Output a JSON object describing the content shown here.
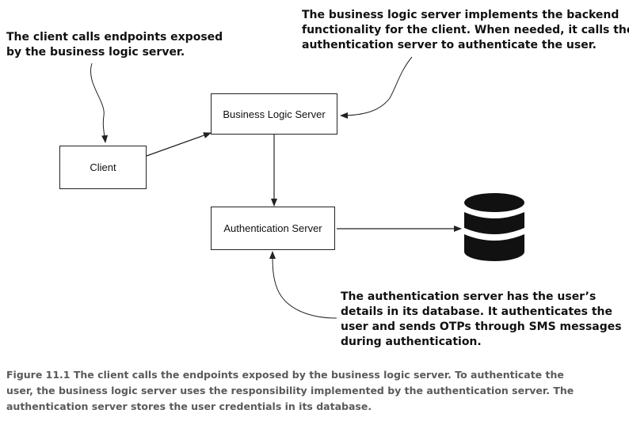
{
  "nodes": {
    "client": "Client",
    "business_logic_server": "Business Logic Server",
    "authentication_server": "Authentication Server"
  },
  "database_icon": "database-icon",
  "annotations": {
    "client_note": [
      "The client calls endpoints exposed",
      "by the business logic server."
    ],
    "business_note": [
      "The business logic server implements the backend",
      "functionality for the client. When needed, it calls the",
      "authentication server to authenticate the user."
    ],
    "auth_note": [
      "The authentication server has the user’s",
      "details in its database. It authenticates the",
      "user and sends OTPs through SMS messages",
      "during authentication."
    ]
  },
  "caption": [
    "Figure 11.1   The client calls the endpoints exposed by the business logic server. To authenticate the",
    "user, the business logic server uses the responsibility implemented by the authentication server. The",
    "authentication server stores the user credentials in its database."
  ],
  "colors": {
    "stroke": "#222222",
    "caption": "#5a5a5a",
    "database": "#111111"
  }
}
